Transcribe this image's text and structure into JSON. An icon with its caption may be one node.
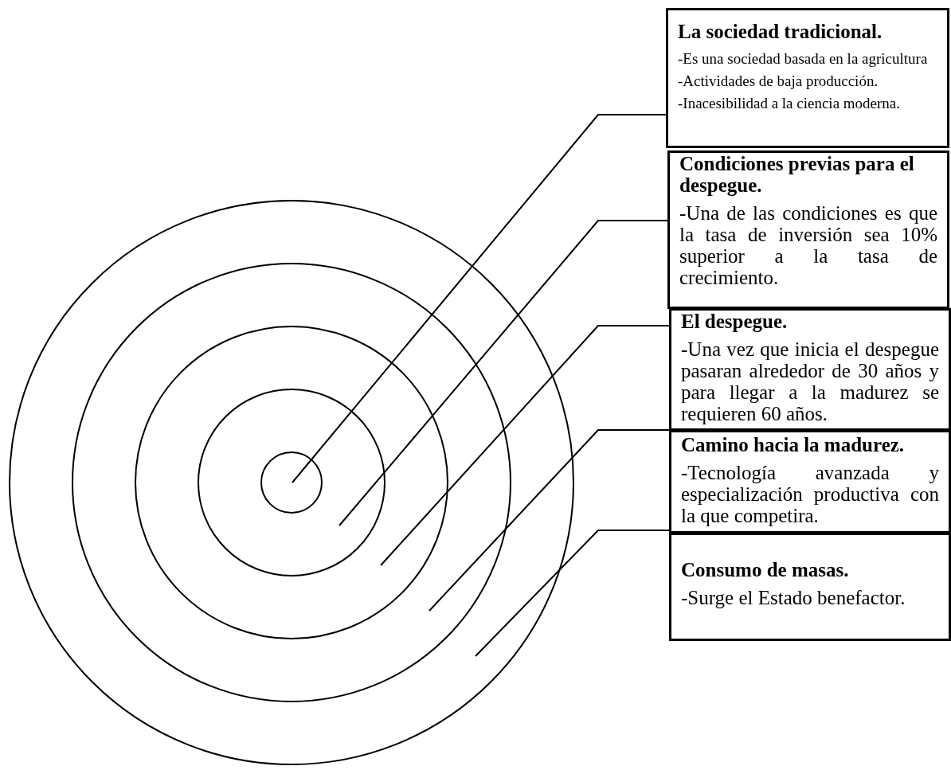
{
  "diagram": {
    "nodes": [
      {
        "text": [
          "La sociedad tradicional.",
          "-Es una sociedad basada en la agricultura",
          "-Actividades de baja producción.",
          "-Inacesibilidad a la ciencia moderna."
        ]
      },
      {
        "text": [
          "Condiciones previas para el despegue.",
          "-Una de las condiciones es que la tasa de inversión sea 10% superior a la tasa de crecimiento."
        ]
      },
      {
        "text": [
          "El despegue.",
          "-Una vez que inicia el despegue pasaran alrededor de 30 años y para llegar a la madurez se requieren 60 años."
        ]
      },
      {
        "text": [
          "Camino hacia la madurez.",
          "-Tecnología avanzada y especialización productiva con la que competira."
        ]
      },
      {
        "text": [
          "Consumo de masas.",
          "-Surge el Estado benefactor."
        ]
      },
      {
        "text": [],
        "shape": "circle",
        "in": 6
      },
      {
        "text": [],
        "shape": "circle",
        "in": 7
      },
      {
        "text": [],
        "shape": "circle",
        "in": 8
      },
      {
        "text": [],
        "shape": "circle",
        "in": 9
      },
      {
        "text": [],
        "shape": "circle"
      }
    ],
    "edges": [
      {
        "from": 0,
        "to": 5,
        "arrow": "none"
      },
      {
        "from": 1,
        "to": 6,
        "arrow": "none"
      },
      {
        "from": 2,
        "to": 7,
        "arrow": "none"
      },
      {
        "from": 3,
        "to": 8,
        "arrow": "none"
      },
      {
        "from": 4,
        "to": 9,
        "arrow": "none"
      }
    ]
  }
}
